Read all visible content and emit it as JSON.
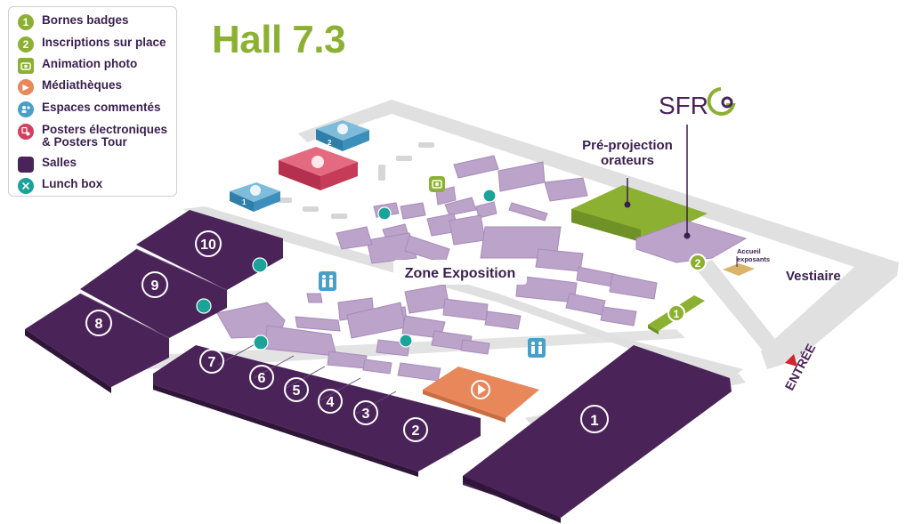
{
  "title": "Hall 7.3",
  "legend": [
    {
      "icon": "number-1-badge-icon",
      "glyph": "1",
      "label": "Bornes badges",
      "color": "#8cb132"
    },
    {
      "icon": "number-2-badge-icon",
      "glyph": "2",
      "label": "Inscriptions sur place",
      "color": "#8cb132"
    },
    {
      "icon": "camera-icon",
      "glyph": "",
      "label": "Animation photo",
      "color": "#8cb132"
    },
    {
      "icon": "play-icon",
      "glyph": "▶",
      "label": "Médiathèques",
      "color": "#e8875a"
    },
    {
      "icon": "people-talk-icon",
      "glyph": "",
      "label": "Espaces commentés",
      "color": "#4a9fc8"
    },
    {
      "icon": "poster-touch-icon",
      "glyph": "",
      "label_line1": "Posters électroniques",
      "label_line2": "& Posters Tour",
      "color": "#d1405e"
    },
    {
      "icon": "room-square-icon",
      "glyph": "",
      "label": "Salles",
      "color": "#4a2358"
    },
    {
      "icon": "cutlery-icon",
      "glyph": "",
      "label": "Lunch box",
      "color": "#1aa398"
    }
  ],
  "map": {
    "zone_exposition": "Zone Exposition",
    "pre_projection_line1": "Pré-projection",
    "pre_projection_line2": "orateurs",
    "logo_text": "SFR",
    "vestiaire": "Vestiaire",
    "accueil_line1": "Accueil",
    "accueil_line2": "exposants",
    "entree": "ENTRÉE",
    "posters_area_labels": [
      "1",
      "2"
    ],
    "rooms": [
      "10",
      "9",
      "8",
      "7",
      "6",
      "5",
      "4",
      "3",
      "2",
      "1"
    ],
    "markers": [
      "1",
      "2"
    ]
  },
  "colors": {
    "room": "#4a2358",
    "stand": "#bba3c9",
    "green": "#8cb132",
    "orange": "#e8875a",
    "blue": "#4a9fc8",
    "pink": "#d1405e",
    "teal": "#1aa398",
    "floor": "#dcdcdc"
  }
}
